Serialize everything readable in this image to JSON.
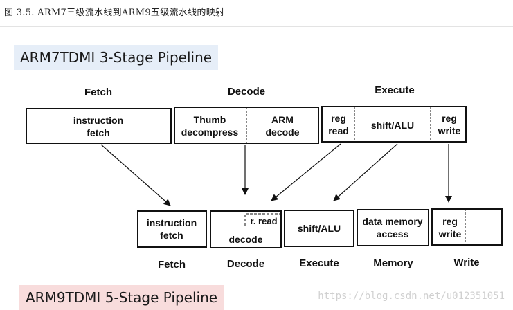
{
  "caption": "图  3.5.  ARM7三级流水线到ARM9五级流水线的映射",
  "top_title": "ARM7TDMI 3-Stage Pipeline",
  "bottom_title": "ARM9TDMI 5-Stage Pipeline",
  "arm7": {
    "stage_fetch": "Fetch",
    "stage_decode": "Decode",
    "stage_execute": "Execute",
    "fetch_line1": "instruction",
    "fetch_line2": "fetch",
    "thumb_line1": "Thumb",
    "thumb_line2": "decompress",
    "arm_line1": "ARM",
    "arm_line2": "decode",
    "regread_line1": "reg",
    "regread_line2": "read",
    "shift_alu": "shift/ALU",
    "regwrite_line1": "reg",
    "regwrite_line2": "write"
  },
  "arm9": {
    "fetch_line1": "instruction",
    "fetch_line2": "fetch",
    "rread": "r. read",
    "decode": "decode",
    "shift_alu": "shift/ALU",
    "mem_line1": "data memory",
    "mem_line2": "access",
    "regwrite_line1": "reg",
    "regwrite_line2": "write",
    "stage_fetch": "Fetch",
    "stage_decode": "Decode",
    "stage_execute": "Execute",
    "stage_memory": "Memory",
    "stage_write": "Write"
  },
  "watermark": "https://blog.csdn.net/u012351051"
}
